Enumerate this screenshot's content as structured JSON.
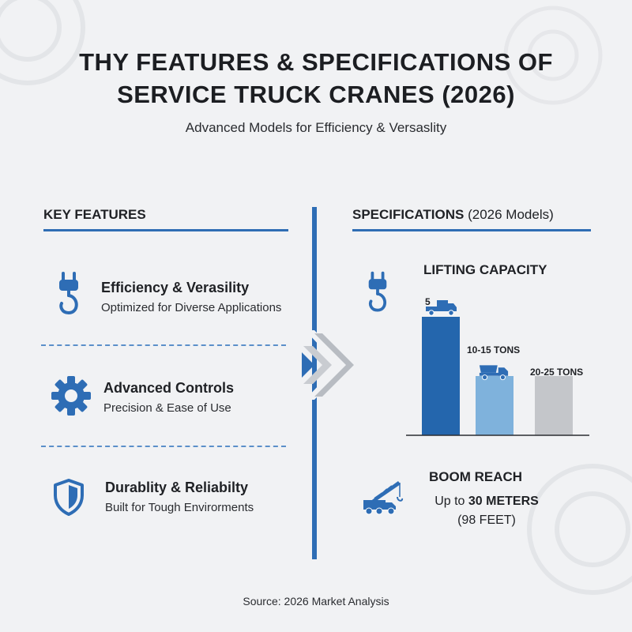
{
  "header": {
    "title_line1": "THY FEATURES & SPECIFICATIONS OF",
    "title_line2": "SERVICE TRUCK CRANES (2026)",
    "subtitle": "Advanced Models for Efficiency & Versaslity"
  },
  "features": {
    "heading": "KEY FEATURES",
    "items": [
      {
        "icon": "crane-hook-icon",
        "title": "Efficiency & Verasility",
        "desc": "Optimized for Diverse Applications"
      },
      {
        "icon": "gear-icon",
        "title": "Advanced Controls",
        "desc": "Precision & Ease of Use"
      },
      {
        "icon": "shield-icon",
        "title": "Durablity & Reliabilty",
        "desc": "Built for Tough Envirorments"
      }
    ]
  },
  "specs": {
    "heading_bold": "SPECIFICATIONS",
    "heading_light": " (2026 Models)",
    "lifting": {
      "label": "LIFTING CAPACITY",
      "icon": "crane-hook-icon"
    },
    "boom": {
      "label": "BOOM REACH",
      "prefix": "Up to ",
      "value": "30 METERS",
      "sub": "(98 FEET)",
      "icon": "crane-truck-icon"
    }
  },
  "chart_data": {
    "type": "bar",
    "categories": [
      "5",
      "10-15 TONS",
      "20-25 TONS"
    ],
    "values": [
      5,
      2.5,
      2.5
    ],
    "colors": [
      "#2466ad",
      "#7fb2dc",
      "#c4c6ca"
    ],
    "labels": [
      "5",
      "10-15 TONS",
      "20-25 TONS"
    ]
  },
  "footer": {
    "source": "Source: 2026 Market Analysis"
  },
  "colors": {
    "accent": "#2e6db5",
    "background": "#f1f2f4"
  }
}
